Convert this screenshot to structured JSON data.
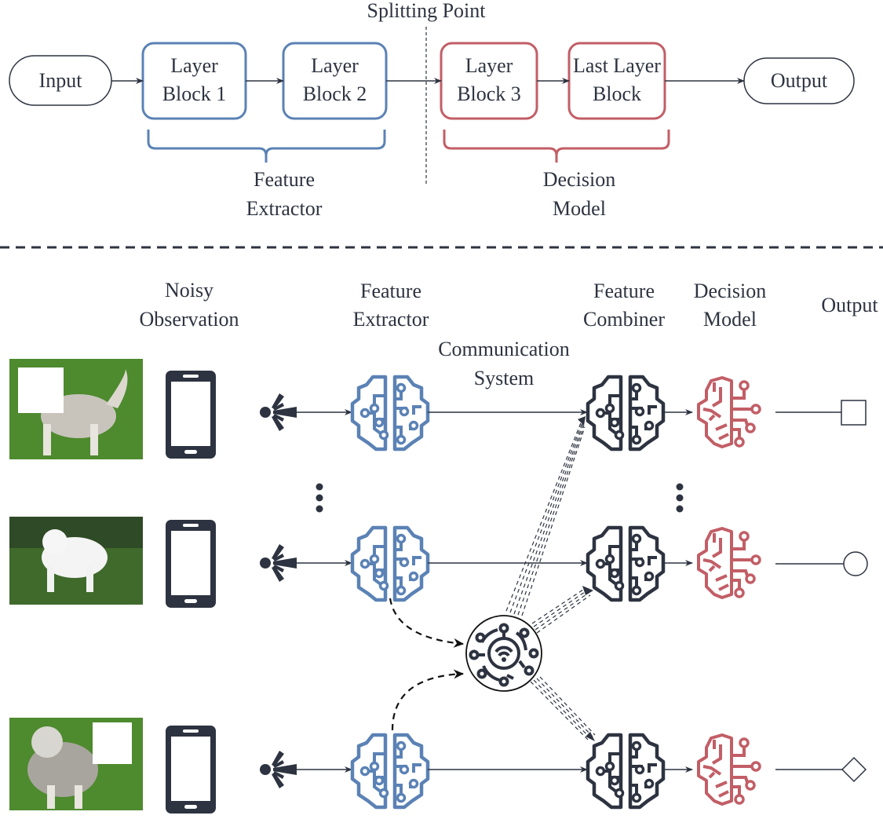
{
  "colors": {
    "blue": "#5b82b5",
    "red": "#c25e66",
    "dark": "#2d3340",
    "grass": "#4e8a2e"
  },
  "top": {
    "splitting_point": "Splitting Point",
    "input": "Input",
    "output": "Output",
    "blocks": [
      {
        "line1": "Layer",
        "line2": "Block 1",
        "group": "feature_extractor"
      },
      {
        "line1": "Layer",
        "line2": "Block 2",
        "group": "feature_extractor"
      },
      {
        "line1": "Layer",
        "line2": "Block 3",
        "group": "decision_model"
      },
      {
        "line1": "Last Layer",
        "line2": "Block",
        "group": "decision_model"
      }
    ],
    "brace_feature": {
      "line1": "Feature",
      "line2": "Extractor"
    },
    "brace_decision": {
      "line1": "Decision",
      "line2": "Model"
    }
  },
  "bottom": {
    "headers": {
      "noisy": {
        "line1": "Noisy",
        "line2": "Observation"
      },
      "extractor": {
        "line1": "Feature",
        "line2": "Extractor"
      },
      "comm": {
        "line1": "Communication",
        "line2": "System"
      },
      "combiner": {
        "line1": "Feature",
        "line2": "Combiner"
      },
      "decision": {
        "line1": "Decision",
        "line2": "Model"
      },
      "output": "Output"
    },
    "rows": [
      {
        "image": "husky-occluded-head",
        "output_shape": "square"
      },
      {
        "image": "samoyed",
        "output_shape": "circle"
      },
      {
        "image": "husky-occluded-body",
        "output_shape": "diamond"
      }
    ],
    "icons": [
      "image-icon",
      "smartphone-icon",
      "sensor-icon",
      "brain-circuit-icon",
      "wifi-hub-icon",
      "ai-brain-icon"
    ]
  }
}
